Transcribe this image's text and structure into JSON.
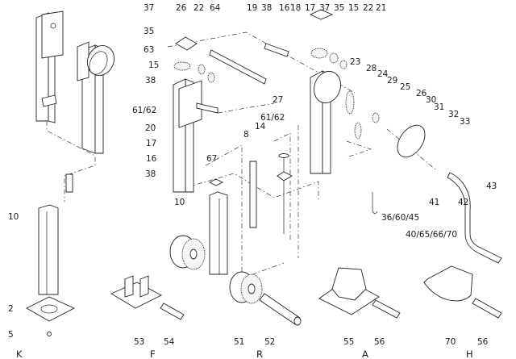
{
  "diagram": {
    "type": "exploded-parts-diagram",
    "part_labels": {
      "p37a": "37",
      "p26a": "26",
      "p22a": "22",
      "p64": "64",
      "p35a": "35",
      "p63": "63",
      "p15a": "15",
      "p38a": "38",
      "p6162a": "61/62",
      "p20": "20",
      "p17a": "17",
      "p16a": "16",
      "p38b": "38",
      "p19": "19",
      "p38c": "38",
      "p16b": "16",
      "p18": "18",
      "p17b": "17",
      "p37b": "37",
      "p35b": "35",
      "p15b": "15",
      "p22b": "22",
      "p21": "21",
      "p23": "23",
      "p28": "28",
      "p24": "24",
      "p29": "29",
      "p25": "25",
      "p26b": "26",
      "p30": "30",
      "p31": "31",
      "p32": "32",
      "p33": "33",
      "p27": "27",
      "p6162b": "61/62",
      "p14": "14",
      "p8": "8",
      "p67": "67",
      "p10a": "10",
      "p10b": "10",
      "p43": "43",
      "p41": "41",
      "p42": "42",
      "p366045": "36/60/45",
      "p40656670": "40/65/66/70",
      "p2": "2",
      "p5": "5",
      "p53": "53",
      "p54": "54",
      "p51": "51",
      "p52": "52",
      "p55": "55",
      "p56a": "56",
      "p70": "70",
      "p56b": "56"
    },
    "section_labels": {
      "K": "K",
      "F": "F",
      "R": "R",
      "A": "A",
      "H": "H"
    }
  }
}
